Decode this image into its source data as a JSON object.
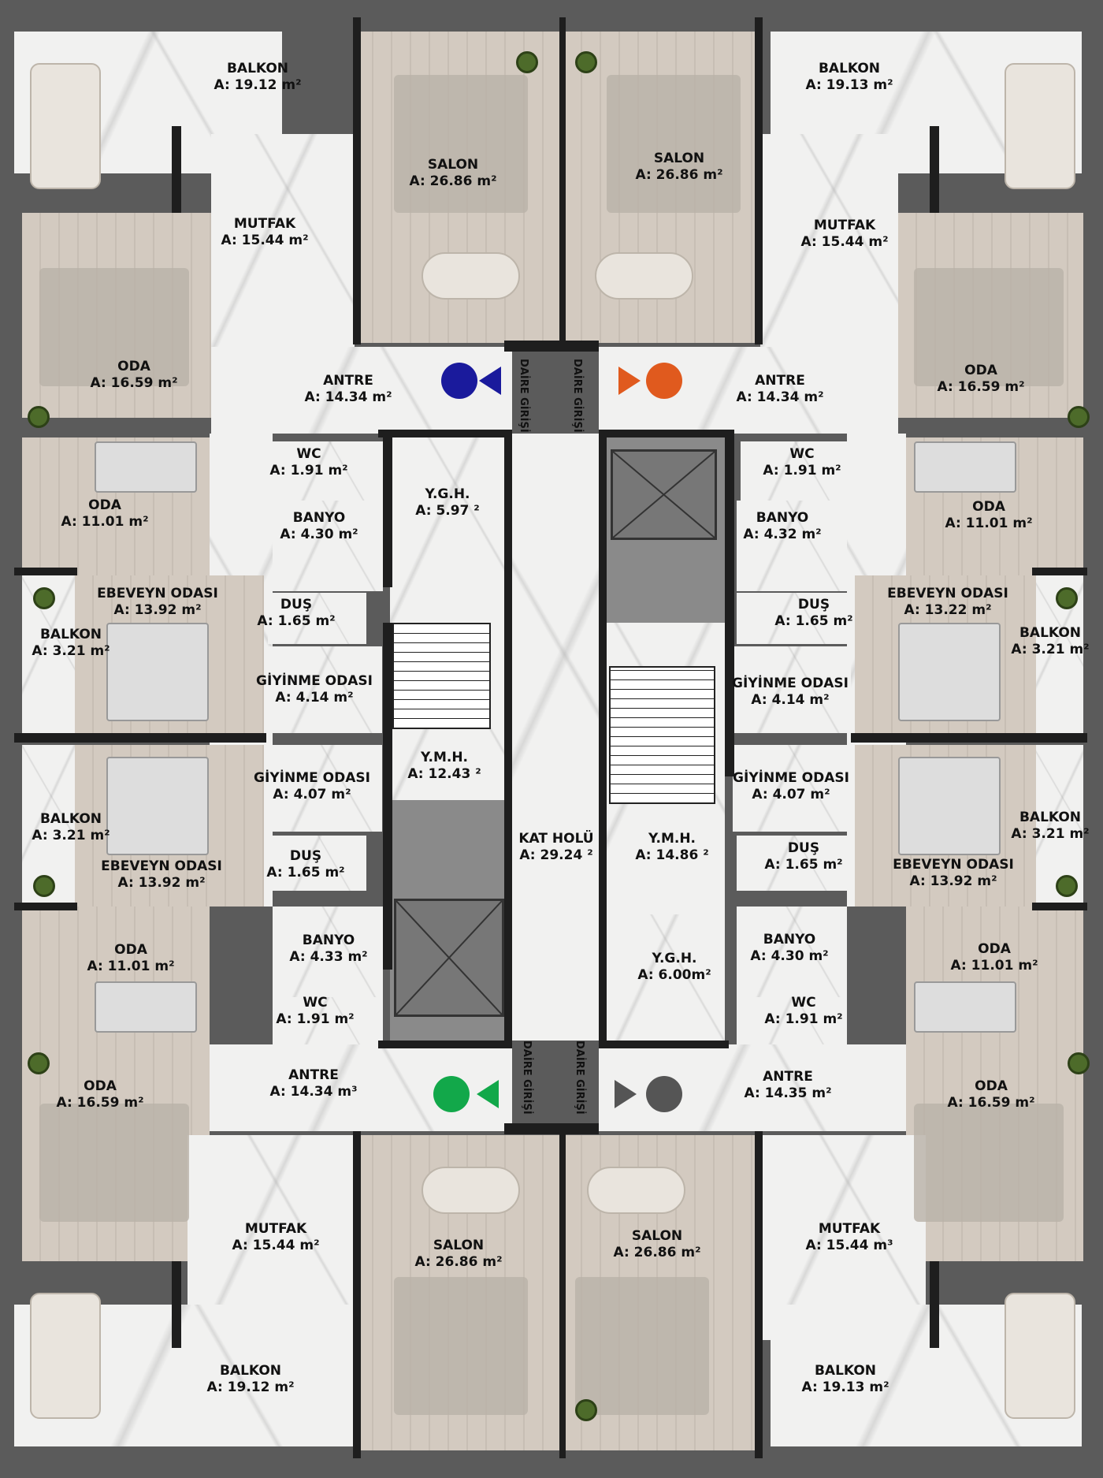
{
  "labels": [
    {
      "name": "balkon-tl",
      "title": "BALKON",
      "area": "A: 19.12 m²"
    },
    {
      "name": "salon-tl",
      "title": "SALON",
      "area": "A: 26.86 m²"
    },
    {
      "name": "salon-tr",
      "title": "SALON",
      "area": "A: 26.86 m²"
    },
    {
      "name": "balkon-tr",
      "title": "BALKON",
      "area": "A: 19.13 m²"
    },
    {
      "name": "mutfak-tl",
      "title": "MUTFAK",
      "area": "A: 15.44 m²"
    },
    {
      "name": "mutfak-tr",
      "title": "MUTFAK",
      "area": "A: 15.44 m²"
    },
    {
      "name": "oda-big-tl",
      "title": "ODA",
      "area": "A: 16.59 m²"
    },
    {
      "name": "oda-big-tr",
      "title": "ODA",
      "area": "A: 16.59 m²"
    },
    {
      "name": "antre-tl",
      "title": "ANTRE",
      "area": "A: 14.34 m²"
    },
    {
      "name": "antre-tr",
      "title": "ANTRE",
      "area": "A: 14.34 m²"
    },
    {
      "name": "wc-tl",
      "title": "WC",
      "area": "A: 1.91 m²"
    },
    {
      "name": "wc-tr",
      "title": "WC",
      "area": "A: 1.91 m²"
    },
    {
      "name": "oda-small-tl",
      "title": "ODA",
      "area": "A: 11.01 m²"
    },
    {
      "name": "oda-small-tr",
      "title": "ODA",
      "area": "A: 11.01 m²"
    },
    {
      "name": "ygh-top",
      "title": "Y.G.H.",
      "area": "A: 5.97 ²"
    },
    {
      "name": "banyo-tl",
      "title": "BANYO",
      "area": "A: 4.30 m²"
    },
    {
      "name": "banyo-tr",
      "title": "BANYO",
      "area": "A: 4.32 m²"
    },
    {
      "name": "ebeveyn-tl",
      "title": "EBEVEYN ODASI",
      "area": "A: 13.92 m²"
    },
    {
      "name": "ebeveyn-tr",
      "title": "EBEVEYN ODASI",
      "area": "A: 13.22 m²"
    },
    {
      "name": "dus-tl",
      "title": "DUŞ",
      "area": "A: 1.65 m²"
    },
    {
      "name": "dus-tr",
      "title": "DUŞ",
      "area": "A: 1.65 m²"
    },
    {
      "name": "balkon-small-tl",
      "title": "BALKON",
      "area": "A: 3.21 m²"
    },
    {
      "name": "balkon-small-tr",
      "title": "BALKON",
      "area": "A: 3.21 m²"
    },
    {
      "name": "giyinme-tl",
      "title": "GİYİNME ODASI",
      "area": "A: 4.14 m²"
    },
    {
      "name": "giyinme-tr",
      "title": "GİYİNME ODASI",
      "area": "A: 4.14 m²"
    },
    {
      "name": "ymh-left",
      "title": "Y.M.H.",
      "area": "A: 12.43 ²"
    },
    {
      "name": "giyinme-bl",
      "title": "GİYİNME ODASI",
      "area": "A: 4.07 m²"
    },
    {
      "name": "giyinme-br",
      "title": "GİYİNME ODASI",
      "area": "A: 4.07 m²"
    },
    {
      "name": "kat-holu",
      "title": "KAT HOLÜ",
      "area": "A: 29.24 ²"
    },
    {
      "name": "ymh-right",
      "title": "Y.M.H.",
      "area": "A: 14.86 ²"
    },
    {
      "name": "balkon-small-bl",
      "title": "BALKON",
      "area": "A: 3.21 m²"
    },
    {
      "name": "balkon-small-br",
      "title": "BALKON",
      "area": "A: 3.21 m²"
    },
    {
      "name": "dus-bl",
      "title": "DUŞ",
      "area": "A: 1.65 m²"
    },
    {
      "name": "dus-br",
      "title": "DUŞ",
      "area": "A: 1.65 m²"
    },
    {
      "name": "ebeveyn-bl",
      "title": "EBEVEYN ODASI",
      "area": "A: 13.92 m²"
    },
    {
      "name": "ebeveyn-br",
      "title": "EBEVEYN ODASI",
      "area": "A: 13.92 m²"
    },
    {
      "name": "oda-small-bl",
      "title": "ODA",
      "area": "A: 11.01 m²"
    },
    {
      "name": "oda-small-br",
      "title": "ODA",
      "area": "A: 11.01 m²"
    },
    {
      "name": "banyo-bl",
      "title": "BANYO",
      "area": "A: 4.33 m²"
    },
    {
      "name": "banyo-br",
      "title": "BANYO",
      "area": "A: 4.30 m²"
    },
    {
      "name": "ygh-bottom",
      "title": "Y.G.H.",
      "area": "A: 6.00m²"
    },
    {
      "name": "wc-bl",
      "title": "WC",
      "area": "A: 1.91 m²"
    },
    {
      "name": "wc-br",
      "title": "WC",
      "area": "A: 1.91 m²"
    },
    {
      "name": "antre-bl",
      "title": "ANTRE",
      "area": "A: 14.34 m³"
    },
    {
      "name": "antre-br",
      "title": "ANTRE",
      "area": "A: 14.35 m²"
    },
    {
      "name": "oda-big-bl",
      "title": "ODA",
      "area": "A: 16.59 m²"
    },
    {
      "name": "oda-big-br",
      "title": "ODA",
      "area": "A: 16.59 m²"
    },
    {
      "name": "mutfak-bl",
      "title": "MUTFAK",
      "area": "A: 15.44 m²"
    },
    {
      "name": "mutfak-br",
      "title": "MUTFAK",
      "area": "A: 15.44 m³"
    },
    {
      "name": "salon-bl",
      "title": "SALON",
      "area": "A: 26.86 m²"
    },
    {
      "name": "salon-br",
      "title": "SALON",
      "area": "A: 26.86 m²"
    },
    {
      "name": "balkon-bl",
      "title": "BALKON",
      "area": "A: 19.12 m²"
    },
    {
      "name": "balkon-br",
      "title": "BALKON",
      "area": "A: 19.13 m²"
    }
  ],
  "entrances": [
    {
      "name": "entrance-top-left",
      "text": "DAİRE GİRİŞİ",
      "color": "#1a1a9c"
    },
    {
      "name": "entrance-top-right",
      "text": "DAİRE GİRİŞİ",
      "color": "#e05a1e"
    },
    {
      "name": "entrance-bottom-left",
      "text": "DAİRE GİRİŞİ",
      "color": "#12a84a"
    },
    {
      "name": "entrance-bottom-right",
      "text": "DAİRE GİRİŞİ",
      "color": "#555555"
    }
  ]
}
